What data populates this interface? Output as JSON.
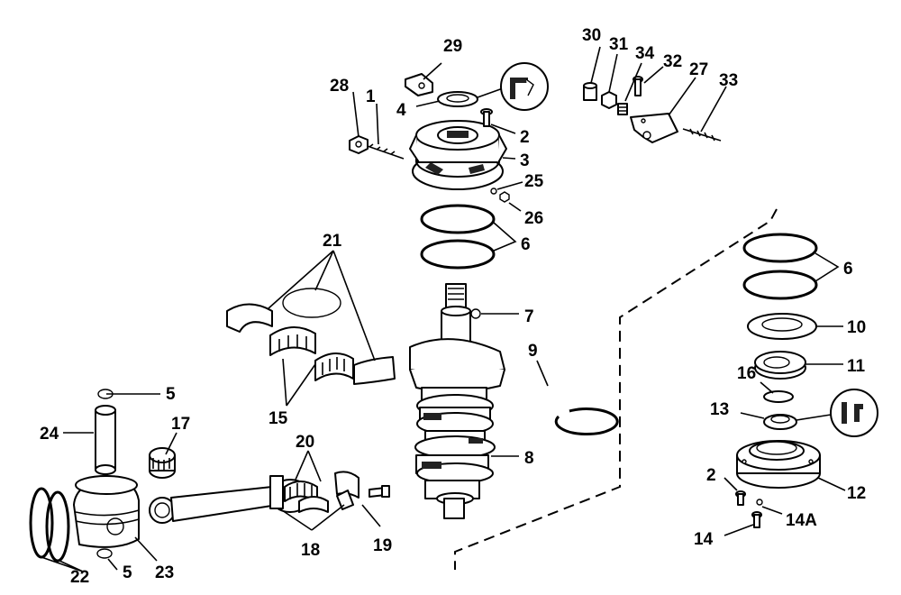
{
  "callouts": [
    {
      "id": "1",
      "text": "1"
    },
    {
      "id": "2a",
      "text": "2"
    },
    {
      "id": "2b",
      "text": "2"
    },
    {
      "id": "3",
      "text": "3"
    },
    {
      "id": "4",
      "text": "4"
    },
    {
      "id": "5a",
      "text": "5"
    },
    {
      "id": "5b",
      "text": "5"
    },
    {
      "id": "6a",
      "text": "6"
    },
    {
      "id": "6b",
      "text": "6"
    },
    {
      "id": "7",
      "text": "7"
    },
    {
      "id": "8",
      "text": "8"
    },
    {
      "id": "9",
      "text": "9"
    },
    {
      "id": "10",
      "text": "10"
    },
    {
      "id": "11",
      "text": "11"
    },
    {
      "id": "12",
      "text": "12"
    },
    {
      "id": "13",
      "text": "13"
    },
    {
      "id": "14",
      "text": "14"
    },
    {
      "id": "14A",
      "text": "14A"
    },
    {
      "id": "15",
      "text": "15"
    },
    {
      "id": "16",
      "text": "16"
    },
    {
      "id": "17",
      "text": "17"
    },
    {
      "id": "18",
      "text": "18"
    },
    {
      "id": "19",
      "text": "19"
    },
    {
      "id": "20",
      "text": "20"
    },
    {
      "id": "21",
      "text": "21"
    },
    {
      "id": "22",
      "text": "22"
    },
    {
      "id": "23",
      "text": "23"
    },
    {
      "id": "24",
      "text": "24"
    },
    {
      "id": "25",
      "text": "25"
    },
    {
      "id": "26",
      "text": "26"
    },
    {
      "id": "27",
      "text": "27"
    },
    {
      "id": "28",
      "text": "28"
    },
    {
      "id": "29",
      "text": "29"
    },
    {
      "id": "30",
      "text": "30"
    },
    {
      "id": "31",
      "text": "31"
    },
    {
      "id": "32",
      "text": "32"
    },
    {
      "id": "33",
      "text": "33"
    },
    {
      "id": "34",
      "text": "34"
    }
  ]
}
